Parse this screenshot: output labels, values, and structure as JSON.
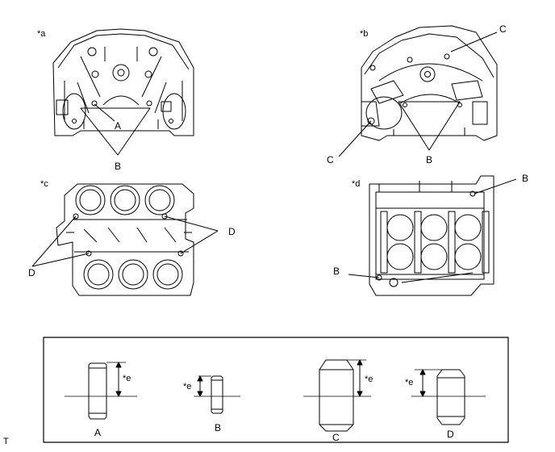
{
  "figure_tags": {
    "view_a": "*a",
    "view_b": "*b",
    "view_c": "*c",
    "view_d": "*d",
    "dimension": "*e"
  },
  "callouts": {
    "a": "A",
    "b": "B",
    "c": "C",
    "d": "D"
  },
  "legend": {
    "pins": [
      {
        "label": "A",
        "dim_label": "*e"
      },
      {
        "label": "B",
        "dim_label": "*e"
      },
      {
        "label": "C",
        "dim_label": "*e"
      },
      {
        "label": "D",
        "dim_label": "*e"
      }
    ]
  },
  "corner_mark": "T",
  "colors": {
    "line": "#000000",
    "background": "#ffffff"
  }
}
